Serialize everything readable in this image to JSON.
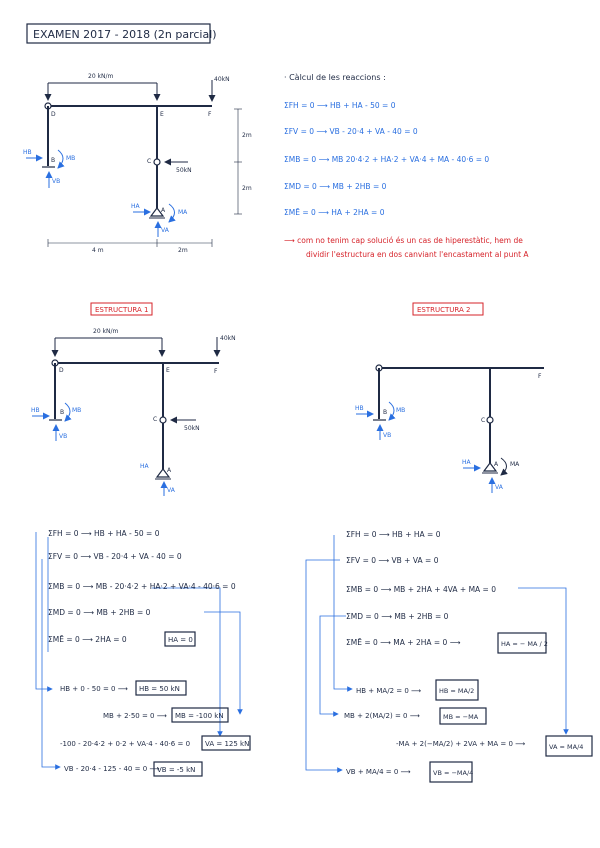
{
  "header": {
    "title": "EXAMEN  2017 - 2018  (2n parcial)"
  },
  "diagram1": {
    "load_top": "20 kN/m",
    "force_right": "40kN",
    "force_c": "50kN",
    "node_b": "B",
    "node_d": "D",
    "node_e": "E",
    "node_f": "F",
    "node_c": "C",
    "node_a": "A",
    "hb": "HB",
    "vb": "VB",
    "mb": "MB",
    "ha": "HA",
    "va": "VA",
    "ma": "MA",
    "dim_upper": "2m",
    "dim_lower": "2m",
    "dim_left": "4 m",
    "dim_right": "2m"
  },
  "calc": {
    "heading": "· Càlcul de les reaccions :",
    "eq1": "ΣFH = 0  ⟶  HB + HA - 50 = 0",
    "eq2": "ΣFV = 0  ⟶  VB - 20·4 + VA - 40 = 0",
    "eq3": "ΣMB = 0  ⟶  MB  20·4·2 + HA·2 + VA·4 + MA - 40·6 = 0",
    "eq4": "ΣMD = 0  ⟶  MB + 2HB = 0",
    "eq5": "ΣMĒ = 0  ⟶  HA + 2HA = 0",
    "note_line1": "⟶  com no tenim cap solució és un cas de hiperestàtic, hem de",
    "note_line2": "dividir l'estructura en dos canviant l'encastament al punt A"
  },
  "struct1": {
    "label": "ESTRUCTURA 1",
    "load_top": "20 kN/m",
    "force_right": "40kN",
    "force_c": "50kN",
    "node_b": "B",
    "node_d": "D",
    "node_e": "E",
    "node_f": "F",
    "node_c": "C",
    "node_a": "A",
    "hb": "HB",
    "vb": "VB",
    "mb": "MB",
    "ha": "HA",
    "va": "VA"
  },
  "struct2": {
    "label": "ESTRUCTURA 2",
    "node_b": "B",
    "node_f": "F",
    "node_c": "C",
    "node_a": "A",
    "hb": "HB",
    "vb": "VB",
    "mb": "MB",
    "ha": "HA",
    "va": "VA",
    "ma": "MA"
  },
  "left_eqs": {
    "e1": "ΣFH = 0 ⟶ HB + HA - 50 = 0",
    "e2": "ΣFV = 0 ⟶  VB - 20·4 + VA - 40 = 0",
    "e3": "ΣMB = 0 ⟶ MB - 20·4·2 + HA·2 + VA·4 - 40·6 = 0",
    "e4": "ΣMD = 0 ⟶ MB + 2HB = 0",
    "e5": "ΣMĒ = 0 ⟶ 2HA = 0",
    "box5": "HA = 0",
    "r1": "HB + 0 - 50 = 0 ⟶",
    "box_r1": "HB = 50 kN",
    "r2": "MB + 2·50 = 0 ⟶",
    "box_r2": "MB = -100 kN",
    "r3": "-100 - 20·4·2 + 0·2 + VA·4 - 40·6 = 0",
    "box_r3": "VA = 125 kN",
    "r4": "VB - 20·4 - 125 - 40 = 0 ⟶",
    "box_r4": "VB = -5 kN"
  },
  "right_eqs": {
    "e1": "ΣFH = 0 ⟶ HB + HA = 0",
    "e2": "ΣFV = 0 ⟶ VB + VA = 0",
    "e3": "ΣMB = 0 ⟶ MB + 2HA + 4VA + MA = 0",
    "e4": "ΣMD = 0 ⟶ MB + 2HB = 0",
    "e5": "ΣMĒ = 0 ⟶ MA + 2HA = 0 ⟶",
    "box5": "HA = − MA / 2",
    "r1": "HB + MA/2 = 0 ⟶",
    "box_r1": "HB = MA/2",
    "r2": "MB + 2(MA/2) = 0 ⟶",
    "box_r2": "MB = −MA",
    "r3": "-MA + 2(−MA/2) + 2VA + MA = 0 ⟶",
    "box_r3": "VA = MA/4",
    "r4": "VB + MA/4 = 0 ⟶",
    "box_r4": "VB = −MA/4"
  }
}
